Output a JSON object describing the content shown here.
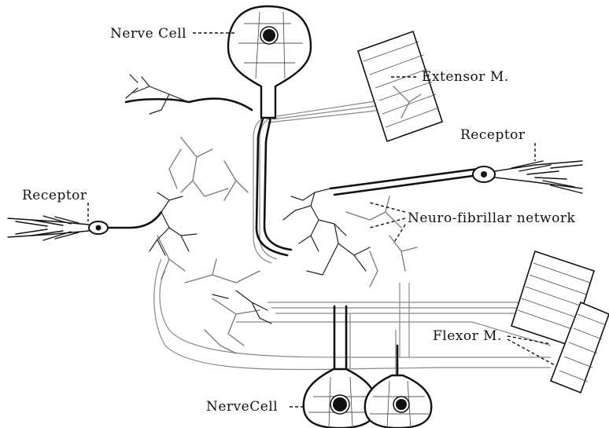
{
  "labels": {
    "nerve_cell_top": "Nerve Cell",
    "extensor": "Extensor M.",
    "receptor_right": "Receptor",
    "receptor_left": "Receptor",
    "network": "Neuro-fibrillar network",
    "flexor": "Flexor M.",
    "nerve_cell_bottom": "NerveCell"
  },
  "colors": {
    "ink": "#111111",
    "fibril": "#777777",
    "background": "#ffffff"
  }
}
